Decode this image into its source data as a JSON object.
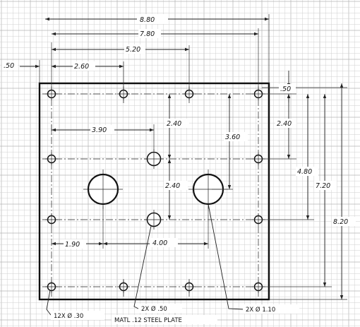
{
  "dims_top": [
    "8.80",
    "7.80",
    "5.20",
    "2.60",
    ".50"
  ],
  "dims_right": [
    ".50",
    "2.40",
    "3.60",
    "4.80",
    "7.20",
    "8.20"
  ],
  "dims_inner": [
    "3.90",
    "2.40",
    "2.40",
    "1.90",
    "4.00"
  ],
  "notes": {
    "small_holes": "12X  Ø .30",
    "mid_holes": "2X Ø .50",
    "big_holes": "2X  Ø  1.10",
    "material": "MATL .12 STEEL PLATE"
  }
}
